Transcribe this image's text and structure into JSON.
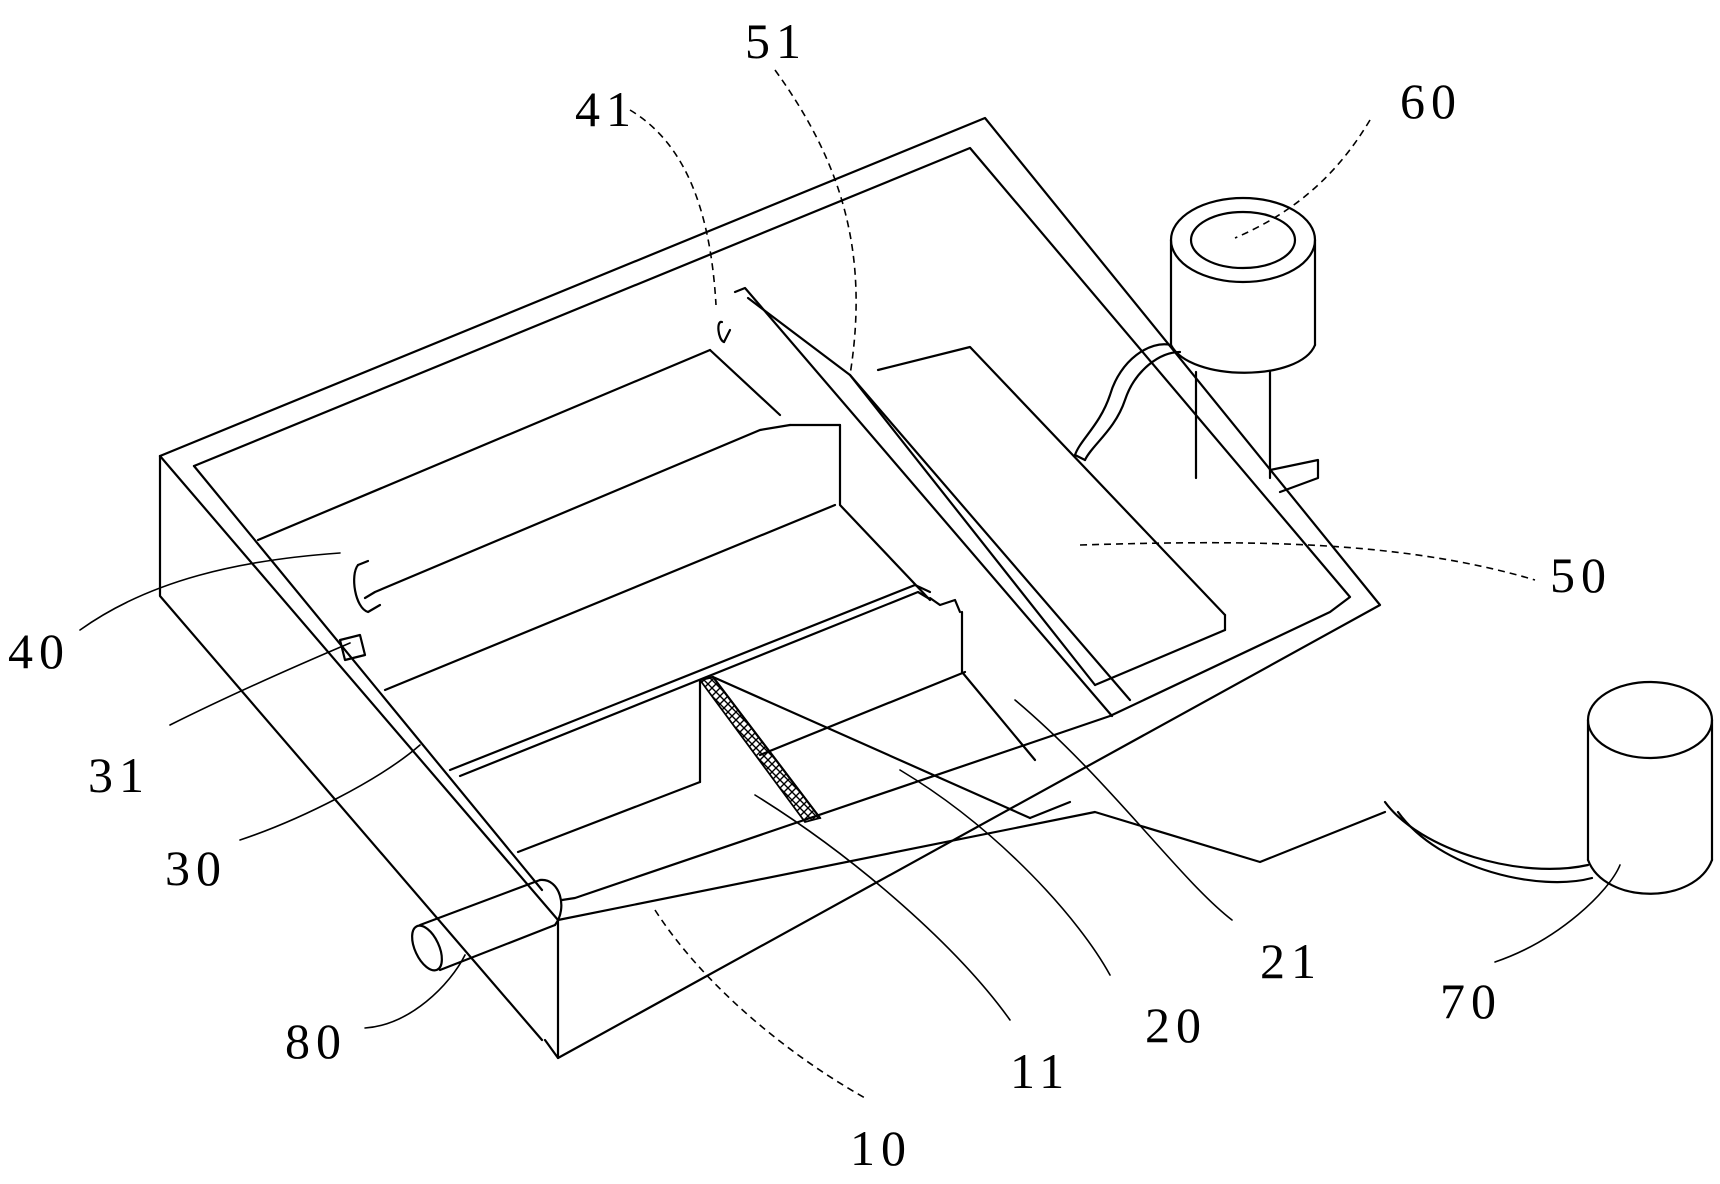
{
  "figure": {
    "labels": {
      "l10": "10",
      "l11": "11",
      "l20": "20",
      "l21": "21",
      "l30": "30",
      "l31": "31",
      "l40": "40",
      "l41": "41",
      "l50": "50",
      "l51": "51",
      "l60": "60",
      "l70": "70",
      "l80": "80"
    }
  }
}
